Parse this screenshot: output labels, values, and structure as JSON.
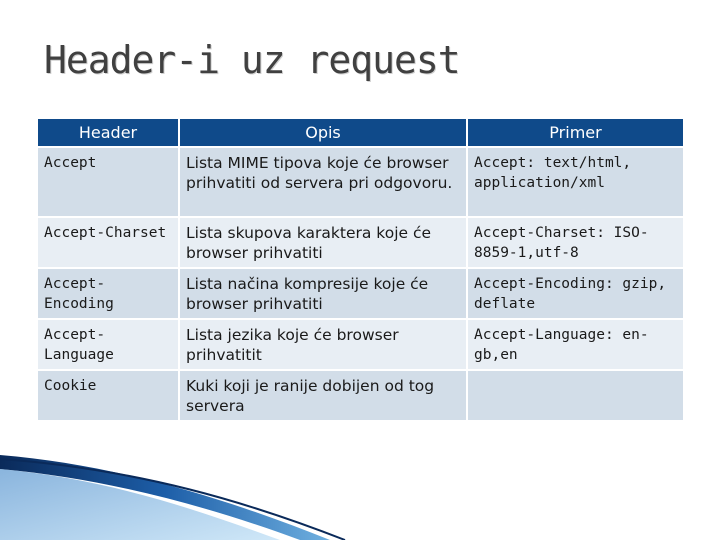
{
  "title": "Header-i uz request",
  "table": {
    "columns": [
      "Header",
      "Opis",
      "Primer"
    ],
    "rows": [
      {
        "header": "Accept",
        "opis": "Lista MIME tipova koje će browser prihvatiti od servera pri odgovoru.",
        "primer": "Accept: text/html, application/xml"
      },
      {
        "header": "Accept-Charset",
        "opis": "Lista skupova karaktera koje će browser prihvatiti",
        "primer": "Accept-Charset: ISO-8859-1,utf-8"
      },
      {
        "header": "Accept-Encoding",
        "opis": "Lista načina kompresije koje će browser prihvatiti",
        "primer": "Accept-Encoding: gzip, deflate"
      },
      {
        "header": "Accept-Language",
        "opis": "Lista jezika koje će browser prihvatitit",
        "primer": "Accept-Language: en-gb,en"
      },
      {
        "header": "Cookie",
        "opis": "Kuki koji je ranije dobijen od tog servera",
        "primer": ""
      }
    ]
  },
  "colors": {
    "header_bg": "#0f4a8a",
    "row_odd": "#d2dde8",
    "row_even": "#e8eef4",
    "accent_dark": "#0a2a5a",
    "accent_light": "#6fb0e0"
  }
}
